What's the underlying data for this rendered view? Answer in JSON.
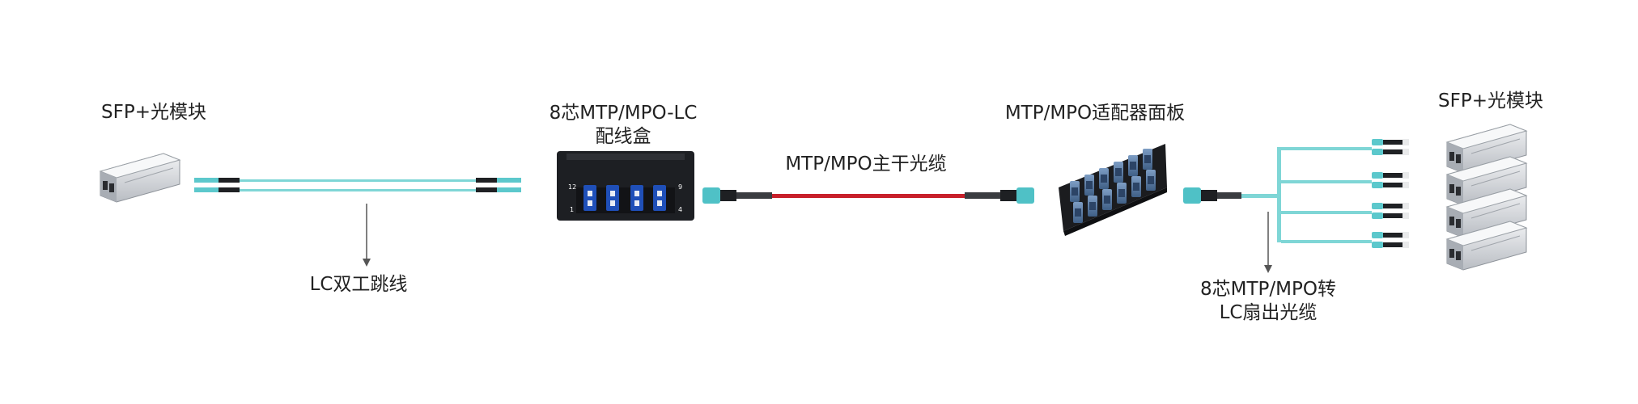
{
  "labels": {
    "sfp_left": "SFP+光模块",
    "lc_duplex_patch": "LC双工跳线",
    "cassette_line1": "8芯MTP/MPO-LC",
    "cassette_line2": "配线盒",
    "trunk_cable": "MTP/MPO主干光缆",
    "adapter_panel": "MTP/MPO适配器面板",
    "fanout_line1": "8芯MTP/MPO转",
    "fanout_line2": "LC扇出光缆",
    "sfp_right": "SFP+光模块"
  },
  "cassette_port_labels": {
    "top_left": "12",
    "bottom_left": "1",
    "top_right": "9",
    "bottom_right": "4"
  },
  "colors": {
    "aqua_cable": "#7fd6d6",
    "aqua_connector": "#4fc1c6",
    "trunk_red": "#c8202a",
    "cassette_body": "#1d1f23",
    "lc_port_blue": "#1f4fb8",
    "panel_body": "#1b1c1f",
    "panel_adapter": "#5c7ea8",
    "sfp_silver": "#d4d7dc",
    "arrow_gray": "#555555",
    "text": "#222222"
  }
}
